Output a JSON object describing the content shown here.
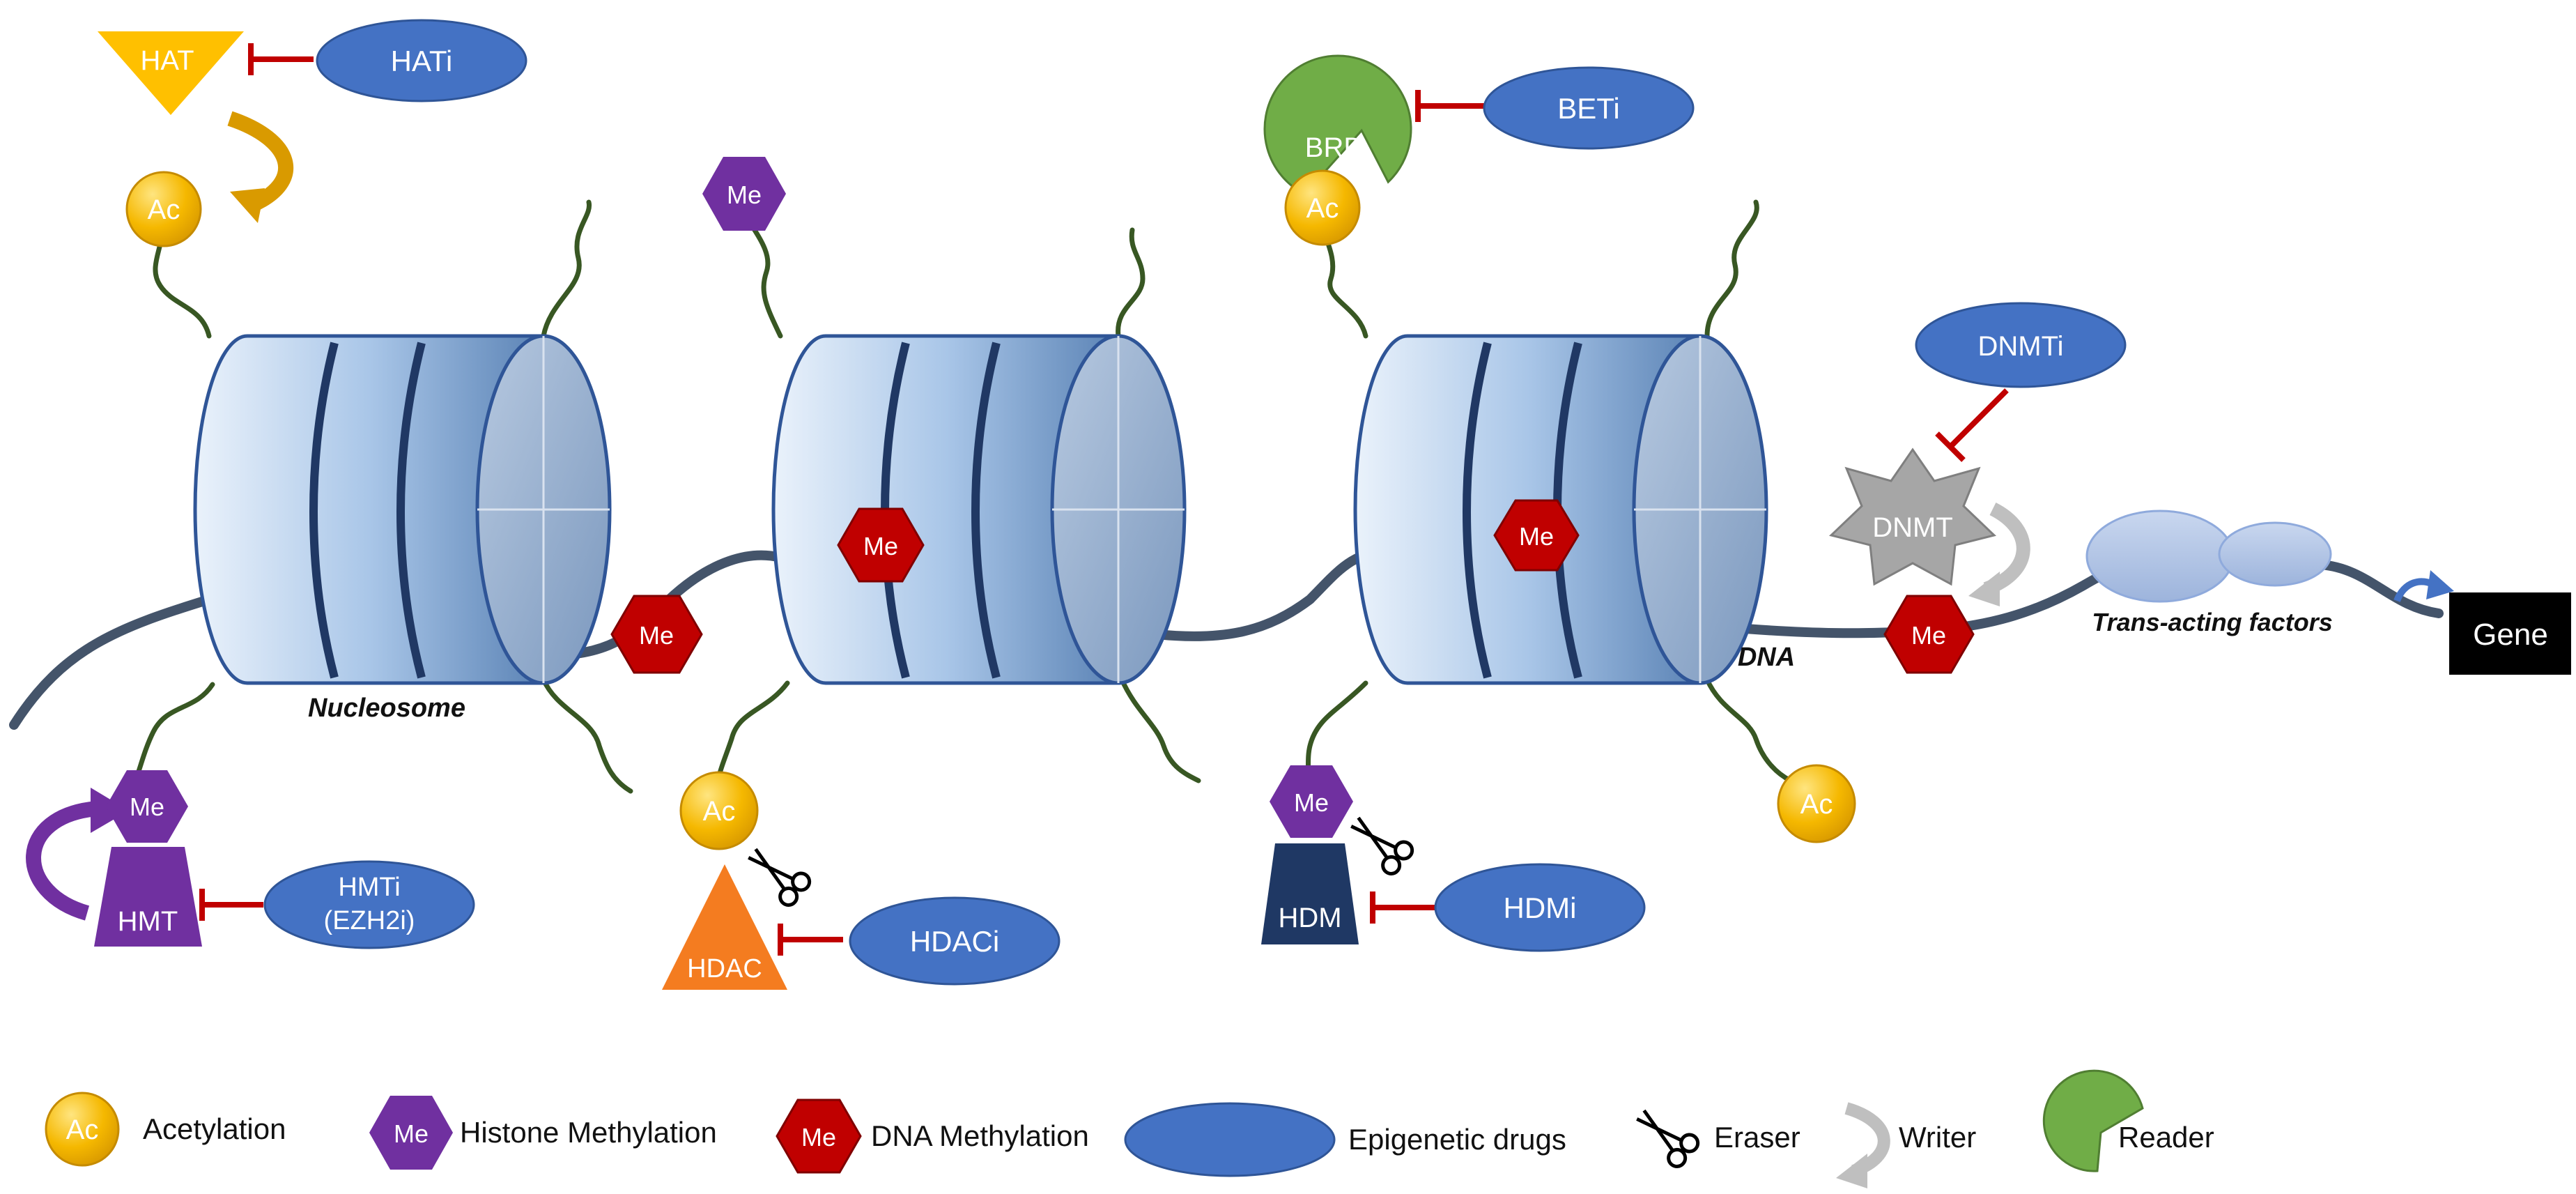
{
  "marks": {
    "ac": "Ac",
    "me": "Me"
  },
  "enzymes": {
    "hat": "HAT",
    "hmt": "HMT",
    "hdac": "HDAC",
    "brd": "BRD",
    "hdm": "HDM",
    "dnmt": "DNMT"
  },
  "drugs": {
    "hati": "HATi",
    "hmti_line1": "HMTi",
    "hmti_line2": "(EZH2i)",
    "hdaci": "HDACi",
    "beti": "BETi",
    "hdmi": "HDMi",
    "dnmti": "DNMTi"
  },
  "labels": {
    "nucleosome": "Nucleosome",
    "dna": "DNA",
    "trans_acting": "Trans-acting factors",
    "gene": "Gene"
  },
  "legend": {
    "acetylation": "Acetylation",
    "histone_methylation": "Histone Methylation",
    "dna_methylation": "DNA Methylation",
    "epigenetic_drugs": "Epigenetic drugs",
    "eraser": "Eraser",
    "writer": "Writer",
    "reader": "Reader"
  },
  "colors": {
    "acetyl": "#f5b800",
    "histone_me": "#7030a0",
    "dna_me": "#c00000",
    "drug": "#4472c4",
    "hdac": "#f47c20",
    "brd": "#70ad47",
    "hdm": "#1f3864",
    "dnmt": "#a6a6a6",
    "inhibit": "#c00000",
    "dna_strand": "#44546a",
    "histone_tail": "#385723"
  }
}
